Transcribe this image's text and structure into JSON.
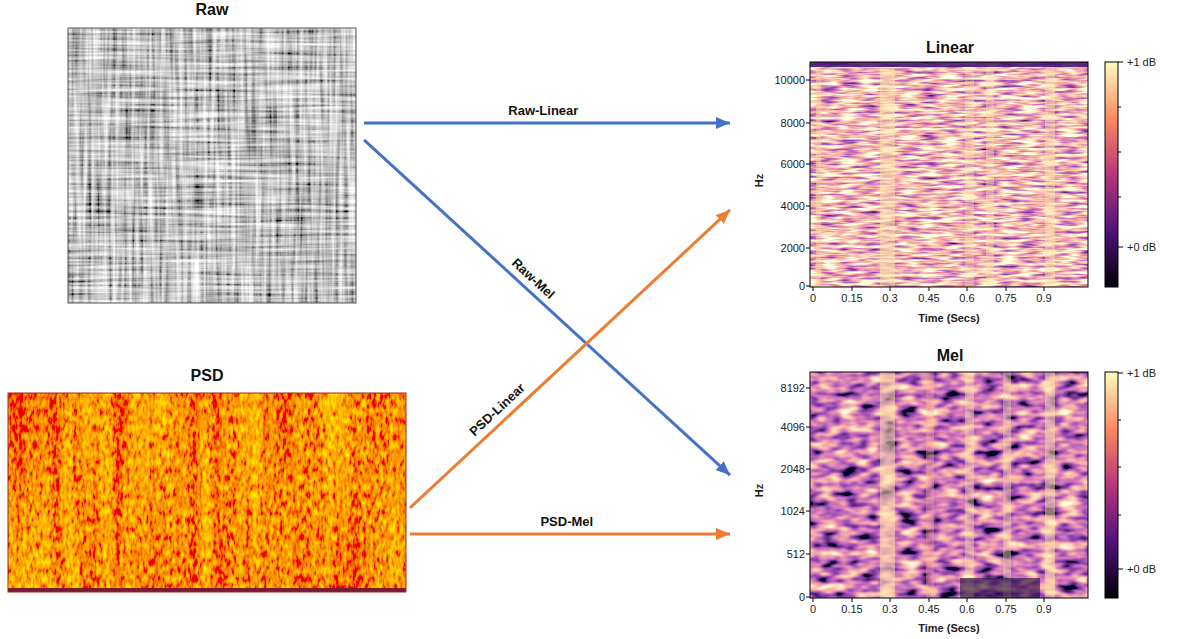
{
  "diagram": {
    "nodes": [
      {
        "text": [
          "Raw"
        ]
      },
      {
        "text": [
          "PSD"
        ]
      },
      {
        "text": [
          "Linear"
        ]
      },
      {
        "text": [
          "Mel"
        ]
      }
    ],
    "edges": [
      {
        "from": 0,
        "to": 2,
        "label": "Raw-Linear",
        "arrow": "to"
      },
      {
        "from": 0,
        "to": 3,
        "label": "Raw-Mel",
        "arrow": "to"
      },
      {
        "from": 1,
        "to": 2,
        "label": "PSD-Linear",
        "arrow": "to"
      },
      {
        "from": 1,
        "to": 3,
        "label": "PSD-Mel",
        "arrow": "to"
      }
    ],
    "labels": [
      "10000",
      "8000",
      "6000",
      "4000",
      "2000",
      "0",
      "Hz",
      "0",
      "0.15",
      "0.3",
      "0.45",
      "0.6",
      "0.75",
      "0.9",
      "Time (Secs)",
      "+1 dB",
      "+0 dB",
      "8192",
      "4096",
      "2048",
      "1024",
      "512",
      "0",
      "Hz",
      "0",
      "0.15",
      "0.3",
      "0.45",
      "0.6",
      "0.75",
      "0.9",
      "Time (Secs)",
      "+1 dB",
      "+0 dB"
    ]
  }
}
